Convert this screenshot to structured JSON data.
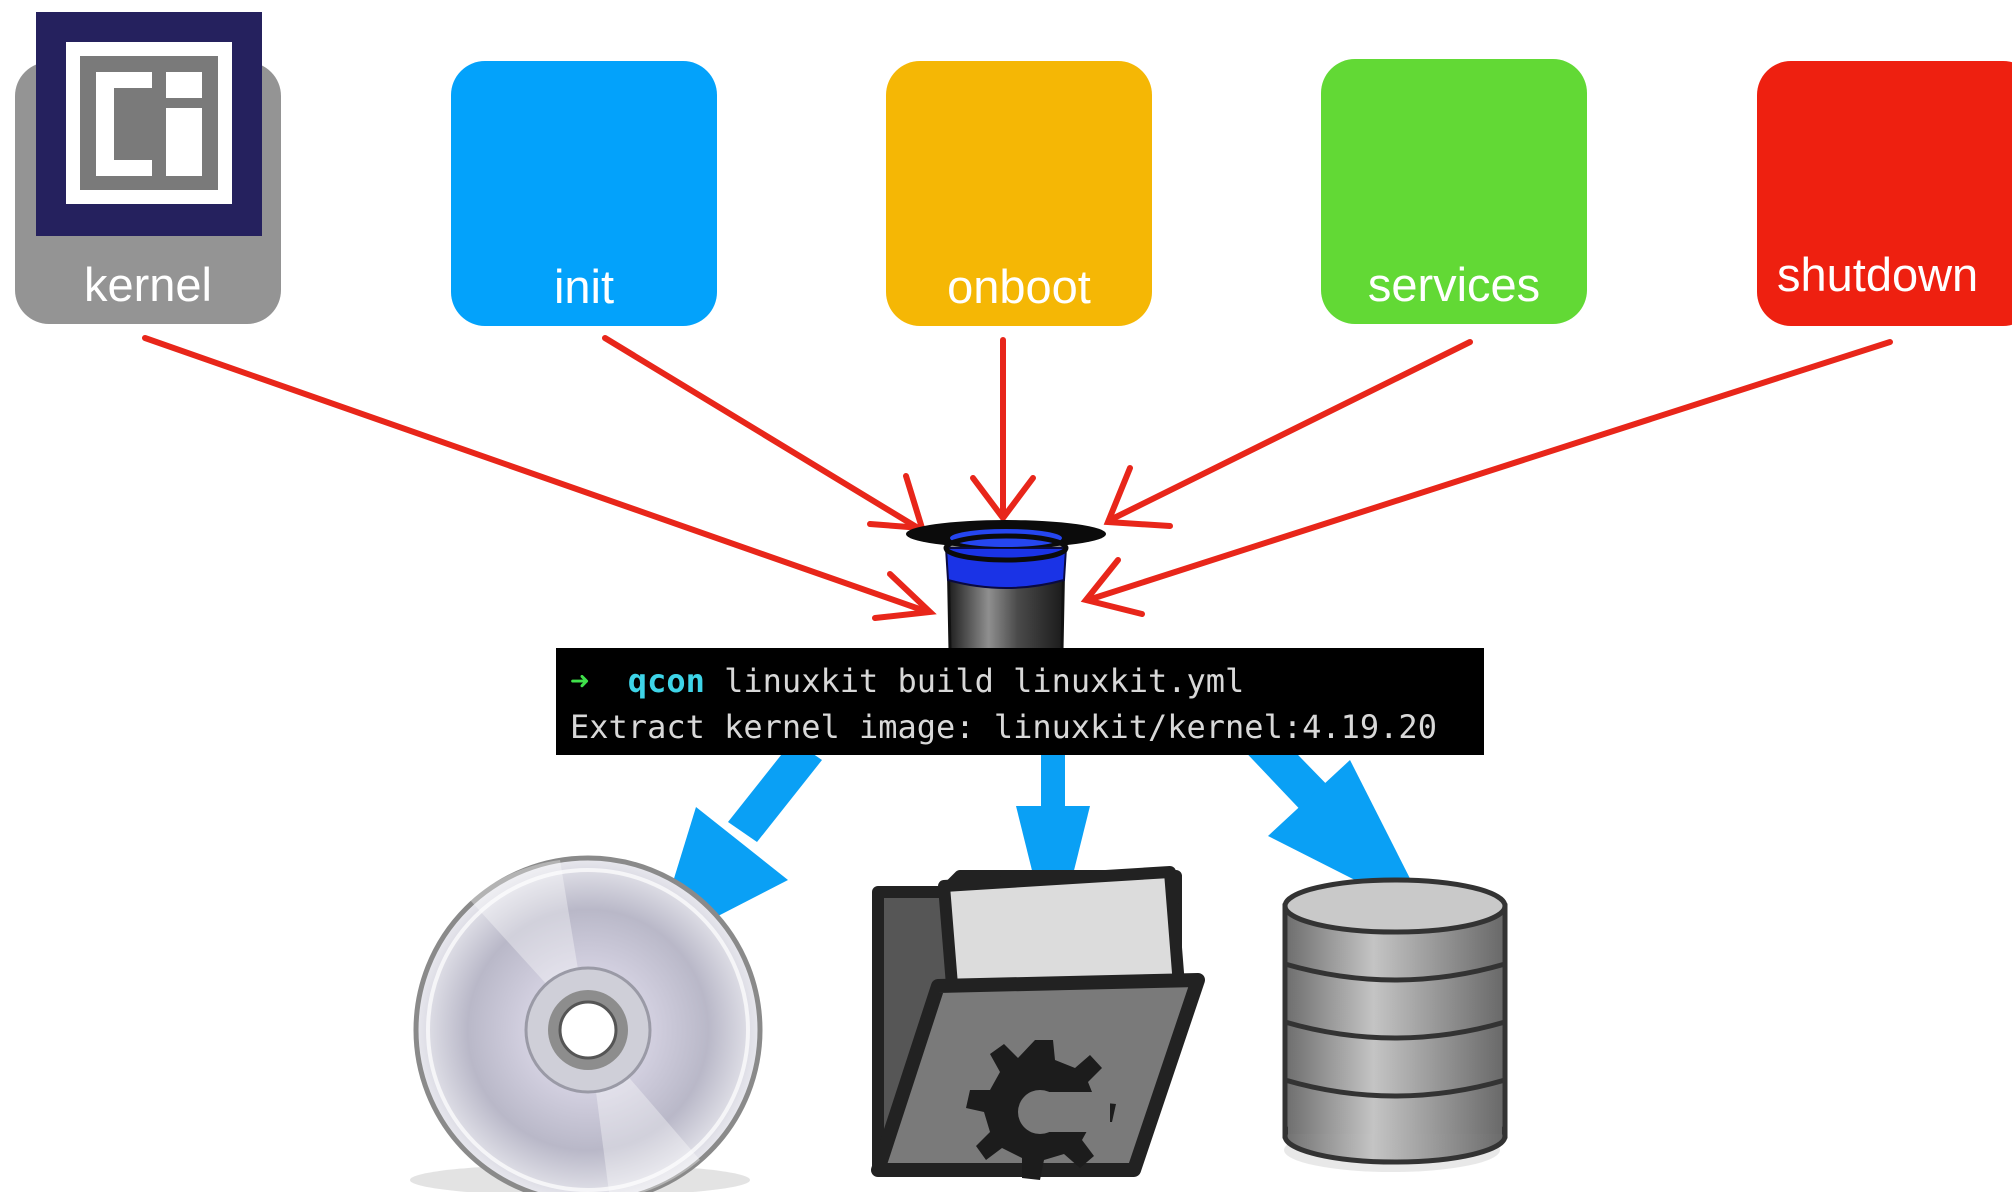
{
  "stages": [
    {
      "id": "kernel",
      "label": "kernel",
      "color": "#949494"
    },
    {
      "id": "init",
      "label": "init",
      "color": "#03a2fb"
    },
    {
      "id": "onboot",
      "label": "onboot",
      "color": "#f5b705"
    },
    {
      "id": "services",
      "label": "services",
      "color": "#62d935"
    },
    {
      "id": "shutdown",
      "label": "shutdown",
      "color": "#ee2010"
    }
  ],
  "logo": {
    "icon": "ci-logo-icon",
    "color": "#25215e"
  },
  "builder": {
    "icon": "magic-top-hat-icon",
    "band_color": "#1a33e6"
  },
  "terminal": {
    "prompt_symbol": "➜",
    "prompt_host": "qcon",
    "command": "linuxkit build linuxkit.yml",
    "output": "Extract kernel image: linuxkit/kernel:4.19.20"
  },
  "outputs": [
    {
      "icon": "cd-disc-icon"
    },
    {
      "icon": "system-folder-icon"
    },
    {
      "icon": "database-icon"
    }
  ],
  "colors": {
    "input_arrows": "#e8261a",
    "output_arrows": "#0aa0f5"
  }
}
